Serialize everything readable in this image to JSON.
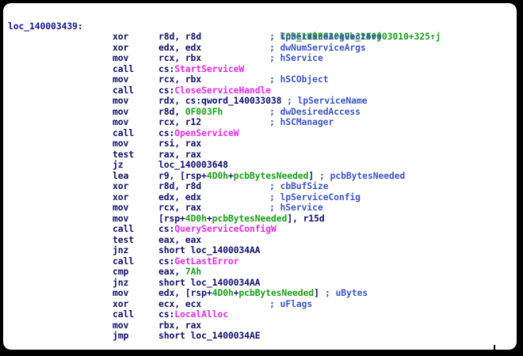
{
  "label_line": {
    "label": "loc_140003439:",
    "xref_comment": "; CODE XREF: sub_140003010+325↑j"
  },
  "xref_line2": "; sub_140003010+32F↑j",
  "instructions": [
    {
      "mn": "xor",
      "ops": [
        {
          "t": "r8d, r8d",
          "c": "reg"
        }
      ],
      "cmt": "; lpServiceArgVectors"
    },
    {
      "mn": "xor",
      "ops": [
        {
          "t": "edx, edx",
          "c": "reg"
        }
      ],
      "cmt": "; dwNumServiceArgs"
    },
    {
      "mn": "mov",
      "ops": [
        {
          "t": "rcx, rbx",
          "c": "reg"
        }
      ],
      "cmt": "; hService"
    },
    {
      "mn": "call",
      "ops": [
        {
          "t": "cs:",
          "c": "reg"
        },
        {
          "t": "StartServiceW",
          "c": "api"
        }
      ],
      "cmt": ""
    },
    {
      "mn": "mov",
      "ops": [
        {
          "t": "rcx, rbx",
          "c": "reg"
        }
      ],
      "cmt": "; hSCObject"
    },
    {
      "mn": "call",
      "ops": [
        {
          "t": "cs:",
          "c": "reg"
        },
        {
          "t": "CloseServiceHandle",
          "c": "api"
        }
      ],
      "cmt": ""
    },
    {
      "mn": "mov",
      "ops": [
        {
          "t": "rdx, cs:qword_140033038 ",
          "c": "reg"
        }
      ],
      "cmt": "; lpServiceName"
    },
    {
      "mn": "mov",
      "ops": [
        {
          "t": "r8d, ",
          "c": "reg"
        },
        {
          "t": "0F003Fh",
          "c": "num"
        }
      ],
      "cmt": "; dwDesiredAccess"
    },
    {
      "mn": "mov",
      "ops": [
        {
          "t": "rcx, r12",
          "c": "reg"
        }
      ],
      "cmt": "; hSCManager"
    },
    {
      "mn": "call",
      "ops": [
        {
          "t": "cs:",
          "c": "reg"
        },
        {
          "t": "OpenServiceW",
          "c": "api"
        }
      ],
      "cmt": ""
    },
    {
      "mn": "mov",
      "ops": [
        {
          "t": "rsi, rax",
          "c": "reg"
        }
      ],
      "cmt": ""
    },
    {
      "mn": "test",
      "ops": [
        {
          "t": "rax, rax",
          "c": "reg"
        }
      ],
      "cmt": ""
    },
    {
      "mn": "jz",
      "ops": [
        {
          "t": "loc_140003648",
          "c": "reg"
        }
      ],
      "cmt": ""
    },
    {
      "mn": "lea",
      "ops": [
        {
          "t": "r9, [rsp+",
          "c": "reg"
        },
        {
          "t": "4D0h",
          "c": "num"
        },
        {
          "t": "+",
          "c": "reg"
        },
        {
          "t": "pcbBytesNeeded",
          "c": "num"
        },
        {
          "t": "] ",
          "c": "reg"
        }
      ],
      "cmt": "; pcbBytesNeeded"
    },
    {
      "mn": "xor",
      "ops": [
        {
          "t": "r8d, r8d",
          "c": "reg"
        }
      ],
      "cmt": "; cbBufSize"
    },
    {
      "mn": "xor",
      "ops": [
        {
          "t": "edx, edx",
          "c": "reg"
        }
      ],
      "cmt": "; lpServiceConfig"
    },
    {
      "mn": "mov",
      "ops": [
        {
          "t": "rcx, rax",
          "c": "reg"
        }
      ],
      "cmt": "; hService"
    },
    {
      "mn": "mov",
      "ops": [
        {
          "t": "[rsp+",
          "c": "reg"
        },
        {
          "t": "4D0h",
          "c": "num"
        },
        {
          "t": "+",
          "c": "reg"
        },
        {
          "t": "pcbBytesNeeded",
          "c": "num"
        },
        {
          "t": "], r15d",
          "c": "reg"
        }
      ],
      "cmt": ""
    },
    {
      "mn": "call",
      "ops": [
        {
          "t": "cs:",
          "c": "reg"
        },
        {
          "t": "QueryServiceConfigW",
          "c": "api"
        }
      ],
      "cmt": ""
    },
    {
      "mn": "test",
      "ops": [
        {
          "t": "eax, eax",
          "c": "reg"
        }
      ],
      "cmt": ""
    },
    {
      "mn": "jnz",
      "ops": [
        {
          "t": "short loc_1400034AA",
          "c": "reg"
        }
      ],
      "cmt": ""
    },
    {
      "mn": "call",
      "ops": [
        {
          "t": "cs:",
          "c": "reg"
        },
        {
          "t": "GetLastError",
          "c": "api"
        }
      ],
      "cmt": ""
    },
    {
      "mn": "cmp",
      "ops": [
        {
          "t": "eax, ",
          "c": "reg"
        },
        {
          "t": "7Ah",
          "c": "num"
        }
      ],
      "cmt": ""
    },
    {
      "mn": "jnz",
      "ops": [
        {
          "t": "short loc_1400034AA",
          "c": "reg"
        }
      ],
      "cmt": ""
    },
    {
      "mn": "mov",
      "ops": [
        {
          "t": "edx, [rsp+",
          "c": "reg"
        },
        {
          "t": "4D0h",
          "c": "num"
        },
        {
          "t": "+",
          "c": "reg"
        },
        {
          "t": "pcbBytesNeeded",
          "c": "num"
        },
        {
          "t": "] ",
          "c": "reg"
        }
      ],
      "cmt": "; uBytes"
    },
    {
      "mn": "xor",
      "ops": [
        {
          "t": "ecx, ecx",
          "c": "reg"
        }
      ],
      "cmt": "; uFlags"
    },
    {
      "mn": "call",
      "ops": [
        {
          "t": "cs:",
          "c": "reg"
        },
        {
          "t": "LocalAlloc",
          "c": "api"
        }
      ],
      "cmt": ""
    },
    {
      "mn": "mov",
      "ops": [
        {
          "t": "rbx, rax",
          "c": "reg"
        }
      ],
      "cmt": ""
    },
    {
      "mn": "jmp",
      "ops": [
        {
          "t": "short loc_1400034AE",
          "c": "reg"
        }
      ],
      "cmt": ""
    }
  ],
  "colors": {
    "label": "#15158c",
    "mnemonic": "#10106a",
    "comment": "#3f56c8",
    "api": "#e22be2",
    "number": "#1a9d1a",
    "background": "#ffffff",
    "frame": "#000000"
  }
}
